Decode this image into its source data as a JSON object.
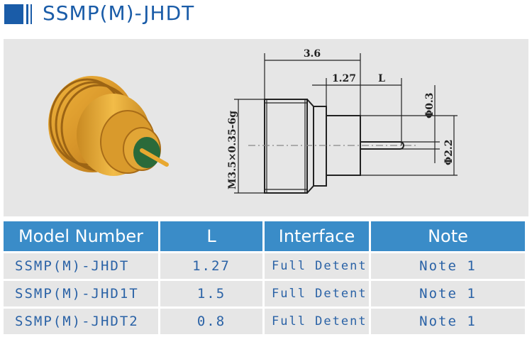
{
  "header": {
    "title": "SSMP(M)-JHDT",
    "accent_color": "#1a5ca8"
  },
  "drawing": {
    "dimensions": {
      "overall_length": "3.6",
      "body_step": "1.27",
      "pin_length": "L",
      "pin_diameter": "Φ0.3",
      "insulator_diameter": "Φ2.2",
      "thread": "M3.5×0.35-6g"
    }
  },
  "table": {
    "header_color": "#3a8cc8",
    "columns": [
      "Model Number",
      "L",
      "Interface",
      "Note"
    ],
    "rows": [
      {
        "model": "SSMP(M)-JHDT",
        "l": "1.27",
        "interface": "Full Detent",
        "note": "Note 1"
      },
      {
        "model": "SSMP(M)-JHD1T",
        "l": "1.5",
        "interface": "Full Detent",
        "note": "Note 1"
      },
      {
        "model": "SSMP(M)-JHDT2",
        "l": "0.8",
        "interface": "Full Detent",
        "note": "Note 1"
      }
    ]
  }
}
